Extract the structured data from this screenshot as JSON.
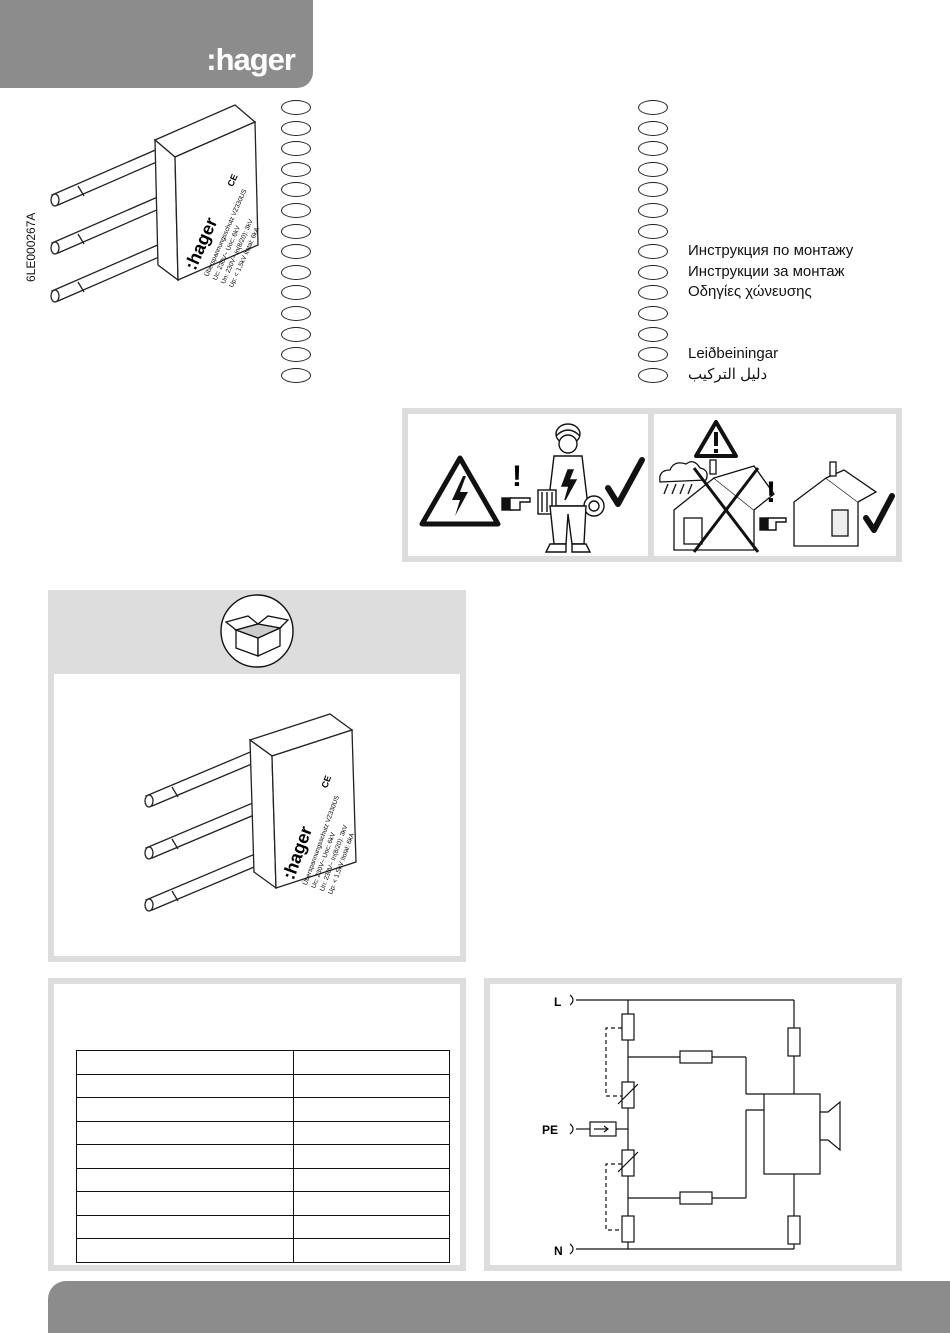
{
  "brand": {
    "logo_text": ":hager"
  },
  "document": {
    "code": "6LE000267A"
  },
  "product": {
    "label_brand": ":hager",
    "label_title": "Überspannungsschutz VZ330US",
    "label_lines": [
      "Uc: 230V~ Uoc: 6kV",
      "Un: 230V~ In(8/20): 3kV",
      "Up: < 1,5kV Itotal: 6kA"
    ],
    "ce_mark": "CE"
  },
  "languages_right": [
    {
      "label": ""
    },
    {
      "label": ""
    },
    {
      "label": ""
    },
    {
      "label": ""
    },
    {
      "label": ""
    },
    {
      "label": ""
    },
    {
      "label": ""
    },
    {
      "label": "Инструкция по монтажу"
    },
    {
      "label": "Инструкции за монтаж"
    },
    {
      "label": "Οδηγίες χώνευσης"
    },
    {
      "label": ""
    },
    {
      "label": ""
    },
    {
      "label": "Leiðbeiningar"
    },
    {
      "label": "دليل  التركيب"
    }
  ],
  "warnings": {
    "exclamation": "!",
    "icons": [
      "high-voltage-warning",
      "electrician",
      "check-mark",
      "caution-triangle",
      "storm-cloud",
      "cross-out",
      "indoor-house"
    ]
  },
  "circuit": {
    "terminal_l": "L",
    "terminal_pe": "PE",
    "terminal_n": "N"
  },
  "colors": {
    "gray_bar": "#8c8c8c",
    "light_panel": "#dddddd"
  }
}
